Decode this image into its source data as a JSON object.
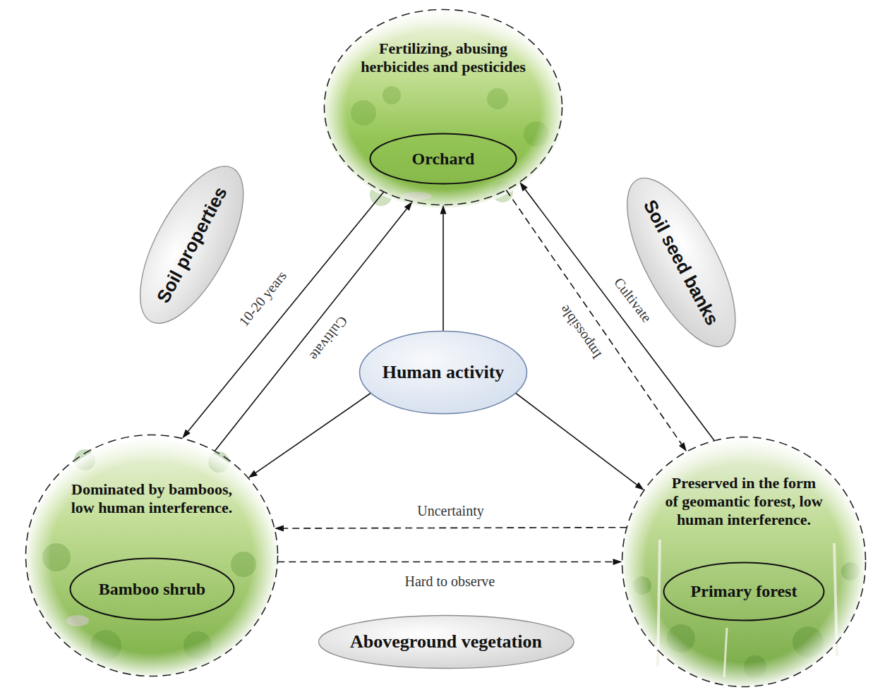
{
  "diagram": {
    "nodes": [
      {
        "text": [
          "Fertilizing, abusing herbicides and pesticides"
        ]
      },
      {
        "text": [
          "Orchard"
        ],
        "in": 0
      },
      {
        "text": [
          "Soil properties"
        ]
      },
      {
        "text": [
          "Soil seed banks"
        ]
      },
      {
        "text": [
          "Human activity"
        ]
      },
      {
        "text": [
          "Dominated by bamboos, low human interference."
        ]
      },
      {
        "text": [
          "Bamboo shrub"
        ],
        "in": 5
      },
      {
        "text": [
          "Preserved in the form of geomantic forest, low human interference."
        ]
      },
      {
        "text": [
          "Primary forest"
        ],
        "in": 7
      },
      {
        "text": [
          "Aboveground vegetation"
        ]
      }
    ],
    "edges": [
      {
        "from": 0,
        "to": 5,
        "arrow": "to",
        "label": "10-20 years"
      },
      {
        "from": 5,
        "to": 0,
        "arrow": "to",
        "label": "Cultivate"
      },
      {
        "from": 0,
        "to": 7,
        "arrow": "to",
        "label": "Impossible"
      },
      {
        "from": 7,
        "to": 0,
        "arrow": "to",
        "label": "Cultivate"
      },
      {
        "from": 4,
        "to": 0,
        "arrow": "to"
      },
      {
        "from": 4,
        "to": 5,
        "arrow": "to"
      },
      {
        "from": 4,
        "to": 7,
        "arrow": "to"
      },
      {
        "from": 7,
        "to": 5,
        "arrow": "to",
        "label": "Uncertainty"
      },
      {
        "from": 5,
        "to": 7,
        "arrow": "to",
        "label": "Hard to observe"
      }
    ]
  }
}
